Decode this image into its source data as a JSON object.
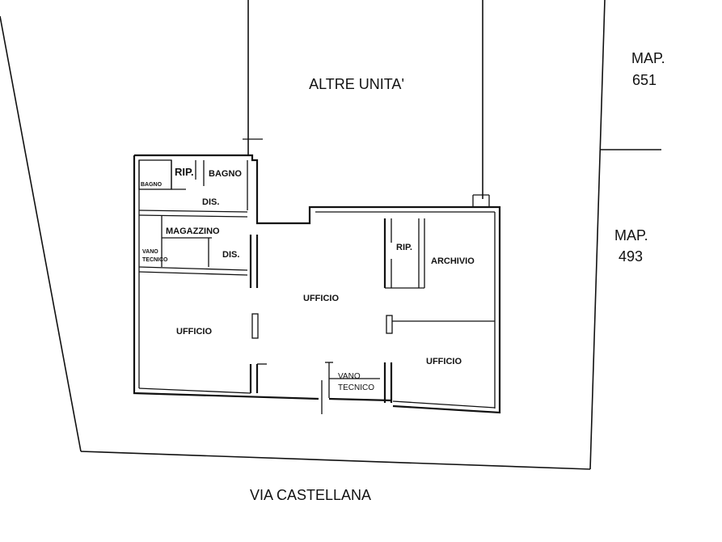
{
  "labels": {
    "altre_unita": "ALTRE UNITA'",
    "map651_a": "MAP.",
    "map651_b": "651",
    "map493_a": "MAP.",
    "map493_b": "493",
    "rip_top": "RIP.",
    "bagno_top": "BAGNO",
    "bagno_left": "BAGNO",
    "dis_top": "DIS.",
    "magazzino": "MAGAZZINO",
    "vano_tecnico_small_a": "VANO",
    "vano_tecnico_small_b": "TECNICO",
    "dis_mid": "DIS.",
    "rip_mid": "RIP.",
    "archivio": "ARCHIVIO",
    "ufficio_center": "UFFICIO",
    "ufficio_left": "UFFICIO",
    "ufficio_right": "UFFICIO",
    "vano_tecnico_a": "VANO",
    "vano_tecnico_b": "TECNICO",
    "street": "VIA CASTELLANA"
  }
}
